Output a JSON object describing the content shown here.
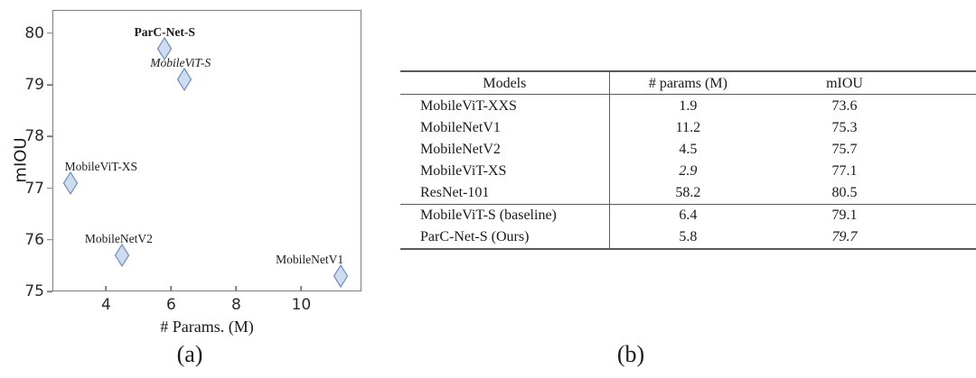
{
  "figure": {
    "panel_a_caption": "(a)",
    "panel_b_caption": "(b)"
  },
  "chart_data": {
    "type": "scatter",
    "title": "",
    "xlabel": "# Params. (M)",
    "ylabel": "mIOU",
    "xlim": [
      2.35,
      11.85
    ],
    "ylim": [
      75.0,
      80.45
    ],
    "xticks": [
      4,
      6,
      8,
      10
    ],
    "yticks": [
      75,
      76,
      77,
      78,
      79,
      80
    ],
    "grid": false,
    "legend": "none",
    "marker_fill": "#cfdcf0",
    "marker_edge": "#6f8fc4",
    "points": [
      {
        "label": "ParC-Net-S",
        "x": 5.8,
        "y": 79.7,
        "style": "bold",
        "label_dx": 0,
        "label_dy": -26
      },
      {
        "label": "MobileViT-S",
        "x": 6.4,
        "y": 79.1,
        "style": "italic",
        "label_dx": -4,
        "label_dy": -26
      },
      {
        "label": "MobileViT-XS",
        "x": 2.9,
        "y": 77.1,
        "style": "normal",
        "label_dx": 34,
        "label_dy": -26
      },
      {
        "label": "MobileNetV2",
        "x": 4.5,
        "y": 75.7,
        "style": "normal",
        "label_dx": -4,
        "label_dy": -26
      },
      {
        "label": "MobileNetV1",
        "x": 11.2,
        "y": 75.3,
        "style": "normal",
        "label_dx": -34,
        "label_dy": -26
      }
    ]
  },
  "table": {
    "headers": [
      "Models",
      "# params (M)",
      "mIOU"
    ],
    "groups": [
      {
        "rows": [
          {
            "model": "MobileViT-XXS",
            "params": "1.9",
            "params_style": "bold",
            "miou": "73.6",
            "miou_style": "normal"
          },
          {
            "model": "MobileNetV1",
            "params": "11.2",
            "params_style": "normal",
            "miou": "75.3",
            "miou_style": "normal"
          },
          {
            "model": "MobileNetV2",
            "params": "4.5",
            "params_style": "normal",
            "miou": "75.7",
            "miou_style": "normal"
          },
          {
            "model": "MobileViT-XS",
            "params": "2.9",
            "params_style": "italic",
            "miou": "77.1",
            "miou_style": "normal"
          },
          {
            "model": "ResNet-101",
            "params": "58.2",
            "params_style": "normal",
            "miou": "80.5",
            "miou_style": "bold"
          }
        ]
      },
      {
        "rows": [
          {
            "model": "MobileViT-S (baseline)",
            "params": "6.4",
            "params_style": "normal",
            "miou": "79.1",
            "miou_style": "normal"
          },
          {
            "model": "ParC-Net-S (Ours)",
            "params": "5.8",
            "params_style": "normal",
            "miou": "79.7",
            "miou_style": "italic"
          }
        ]
      }
    ]
  }
}
